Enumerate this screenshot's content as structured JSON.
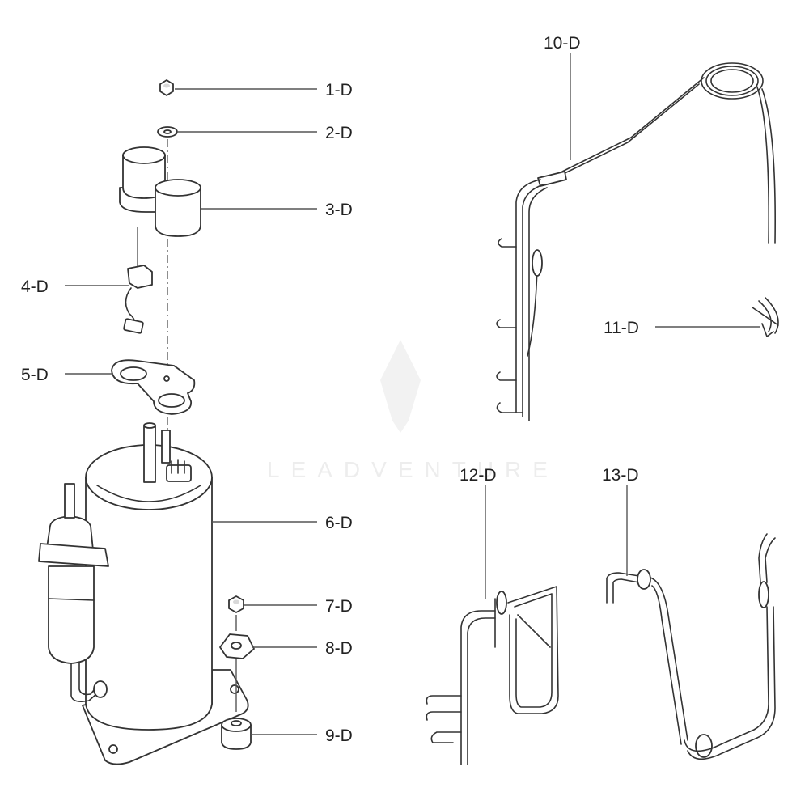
{
  "watermark": "LEADVENTURE",
  "labels": {
    "p1": "1-D",
    "p2": "2-D",
    "p3": "3-D",
    "p4": "4-D",
    "p5": "5-D",
    "p6": "6-D",
    "p7": "7-D",
    "p8": "8-D",
    "p9": "9-D",
    "p10": "10-D",
    "p11": "11-D",
    "p12": "12-D",
    "p13": "13-D"
  }
}
